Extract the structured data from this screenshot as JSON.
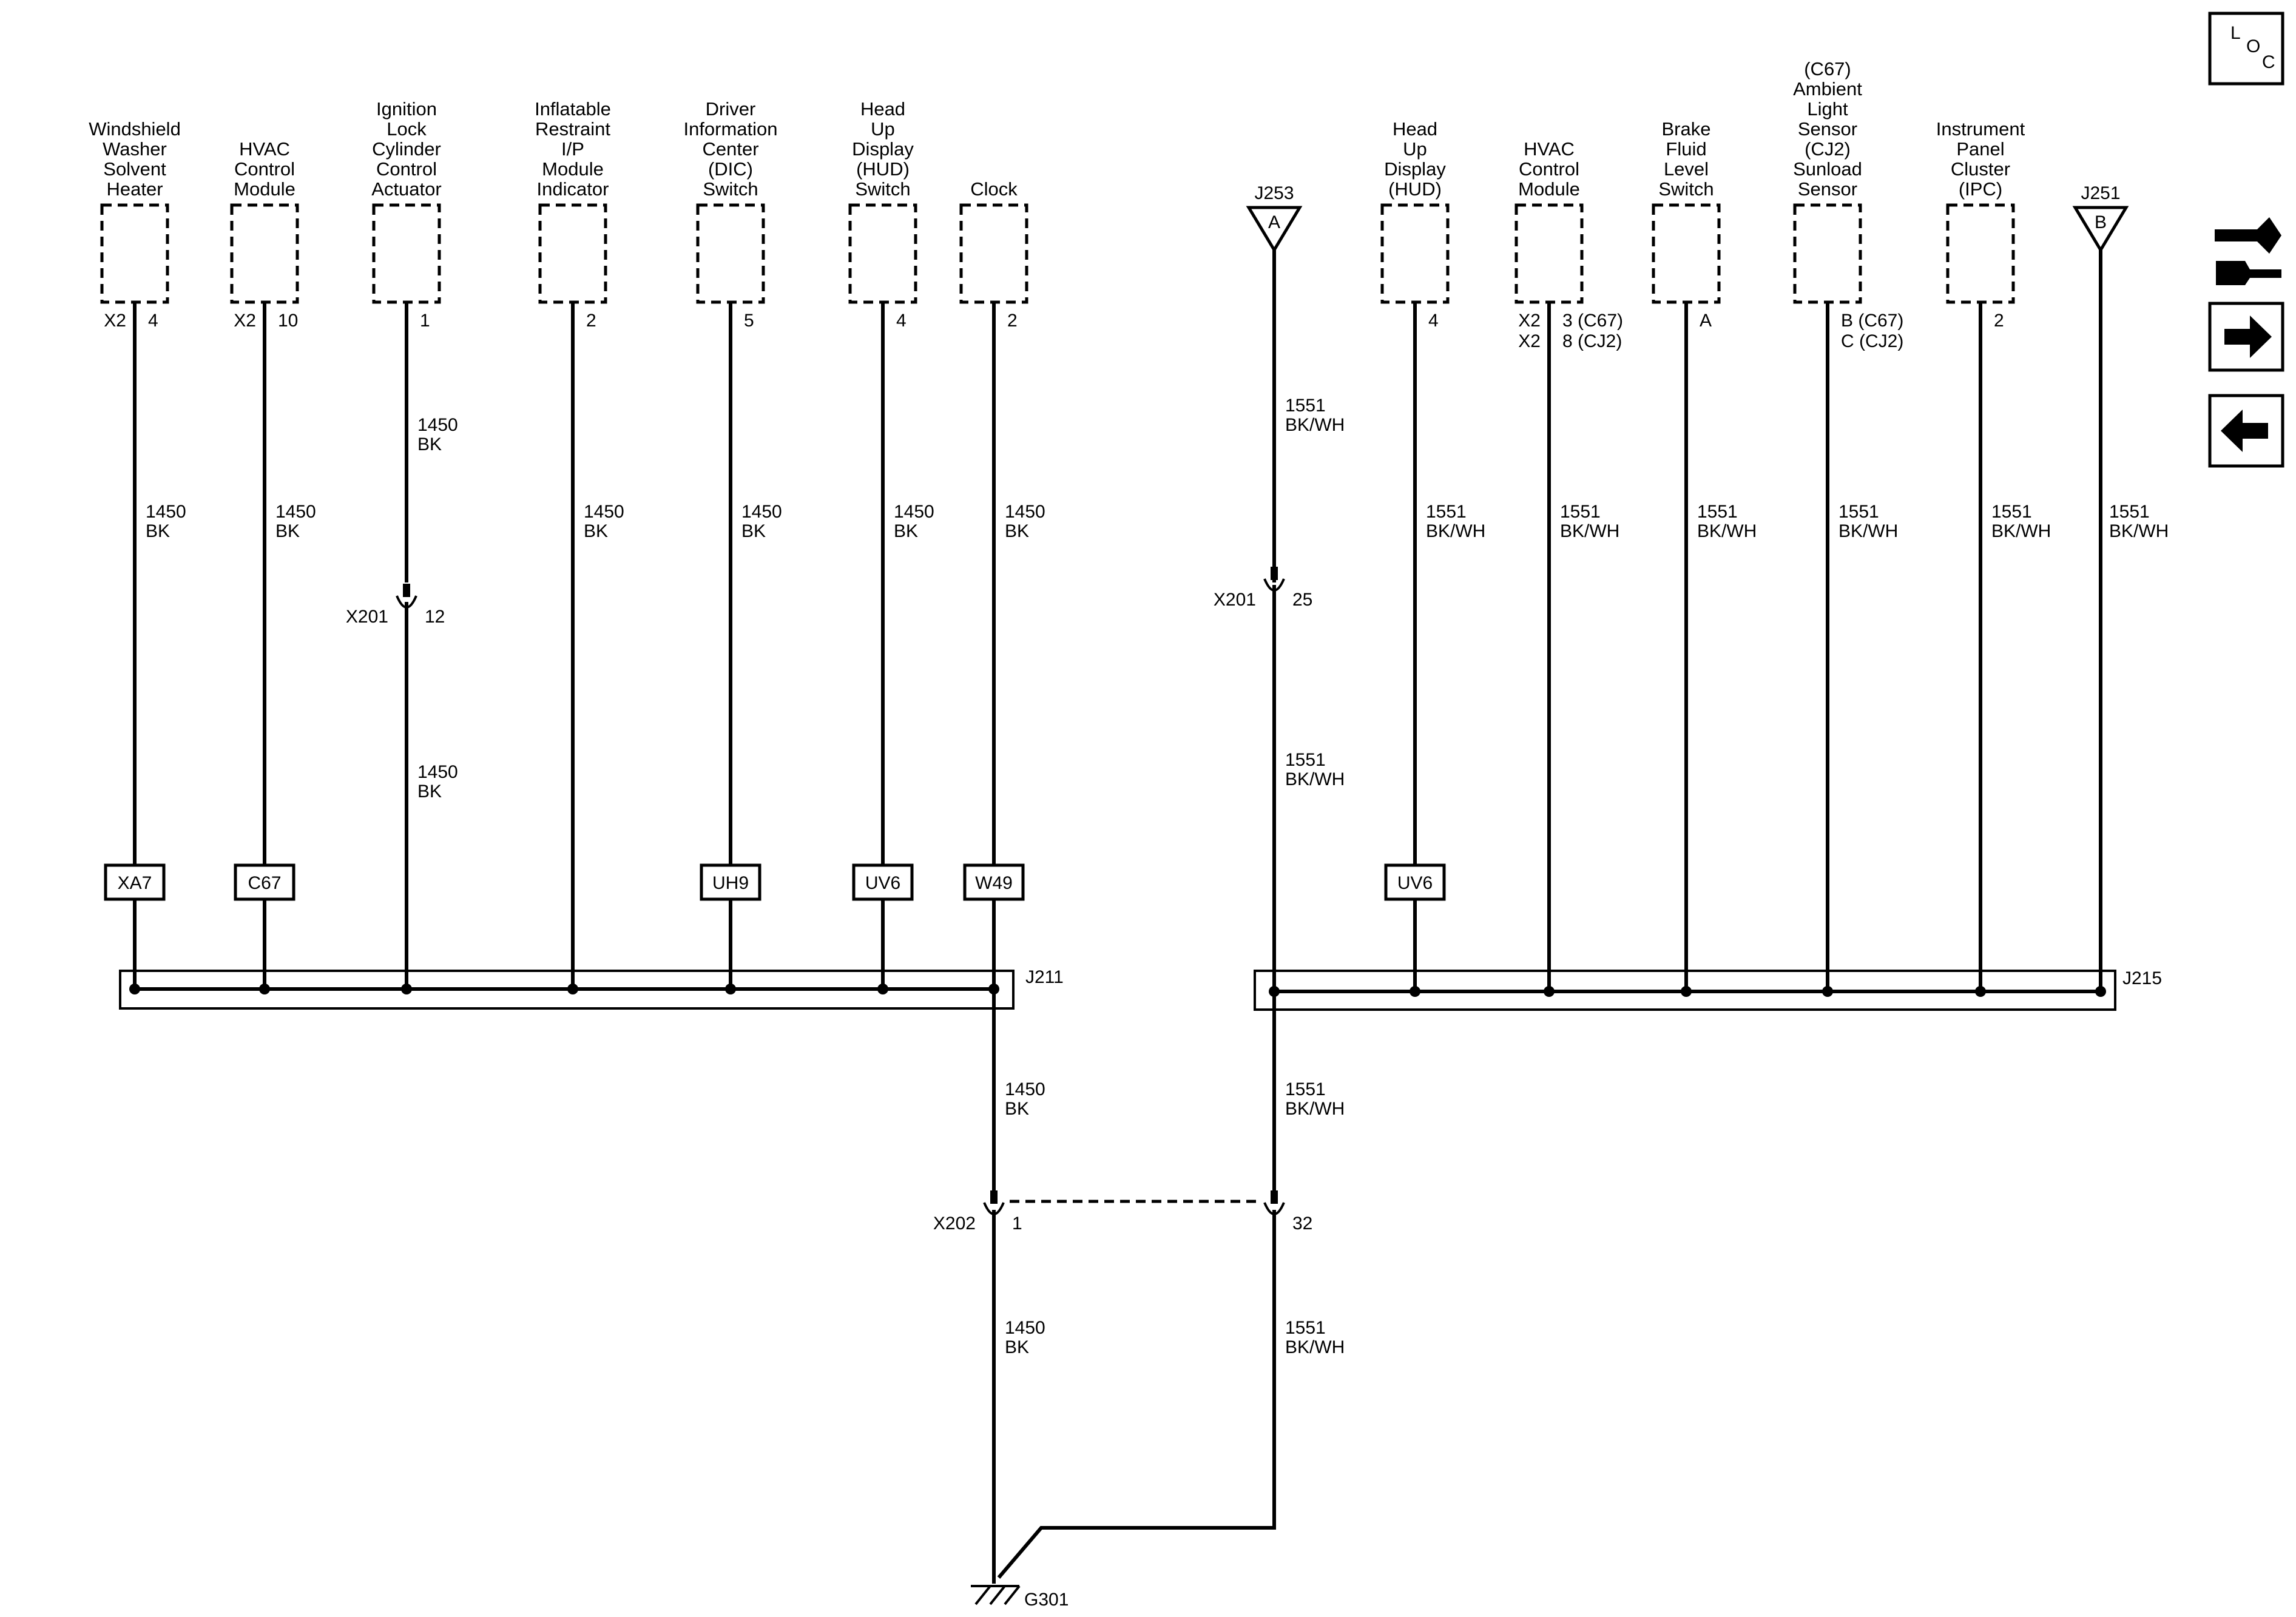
{
  "left_components": [
    {
      "name": [
        "Windshield",
        "Washer",
        "Solvent",
        "Heater"
      ],
      "conn": "X2",
      "pin": "4",
      "upper_wire": null,
      "lower_wire": [
        "1450",
        "BK"
      ],
      "option": "XA7"
    },
    {
      "name": [
        "HVAC",
        "Control",
        "Module"
      ],
      "conn": "X2",
      "pin": "10",
      "upper_wire": null,
      "lower_wire": [
        "1450",
        "BK"
      ],
      "option": "C67"
    },
    {
      "name": [
        "Ignition",
        "Lock",
        "Cylinder",
        "Control",
        "Actuator"
      ],
      "conn": "",
      "pin": "1",
      "upper_wire": [
        "1450",
        "BK"
      ],
      "lower_wire": [
        "1450",
        "BK"
      ],
      "inline": {
        "conn": "X201",
        "pin": "12"
      },
      "option": null
    },
    {
      "name": [
        "Inflatable",
        "Restraint",
        "I/P",
        "Module",
        "Indicator"
      ],
      "conn": "",
      "pin": "2",
      "upper_wire": null,
      "lower_wire": [
        "1450",
        "BK"
      ],
      "option": null
    },
    {
      "name": [
        "Driver",
        "Information",
        "Center",
        "(DIC)",
        "Switch"
      ],
      "conn": "",
      "pin": "5",
      "upper_wire": null,
      "lower_wire": [
        "1450",
        "BK"
      ],
      "option": "UH9"
    },
    {
      "name": [
        "Head",
        "Up",
        "Display",
        "(HUD)",
        "Switch"
      ],
      "conn": "",
      "pin": "4",
      "upper_wire": null,
      "lower_wire": [
        "1450",
        "BK"
      ],
      "option": "UV6"
    },
    {
      "name": [
        "Clock"
      ],
      "conn": "",
      "pin": "2",
      "upper_wire": null,
      "lower_wire": [
        "1450",
        "BK"
      ],
      "option": "W49"
    }
  ],
  "right_components": [
    {
      "name": [
        "Head",
        "Up",
        "Display",
        "(HUD)"
      ],
      "conn": [
        ""
      ],
      "pin": [
        "4"
      ],
      "wire": [
        "1551",
        "BK/WH"
      ],
      "option": "UV6"
    },
    {
      "name": [
        "HVAC",
        "Control",
        "Module"
      ],
      "conn": [
        "X2",
        "X2"
      ],
      "pin": [
        "3 (C67)",
        "8 (CJ2)"
      ],
      "wire": [
        "1551",
        "BK/WH"
      ],
      "option": null
    },
    {
      "name": [
        "Brake",
        "Fluid",
        "Level",
        "Switch"
      ],
      "conn": [
        ""
      ],
      "pin": [
        "A"
      ],
      "wire": [
        "1551",
        "BK/WH"
      ],
      "option": null
    },
    {
      "name": [
        "(C67)",
        "Ambient",
        "Light",
        "Sensor",
        "(CJ2)",
        "Sunload",
        "Sensor"
      ],
      "conn": [
        ""
      ],
      "pin": [
        "B (C67)",
        "C (CJ2)"
      ],
      "wire": [
        "1551",
        "BK/WH"
      ],
      "option": null
    },
    {
      "name": [
        "Instrument",
        "Panel",
        "Cluster",
        "(IPC)"
      ],
      "conn": [
        ""
      ],
      "pin": [
        "2"
      ],
      "wire": [
        "1551",
        "BK/WH"
      ],
      "option": null
    }
  ],
  "page_refs": {
    "left": {
      "id": "J253",
      "letter": "A"
    },
    "right": {
      "id": "J251",
      "letter": "B"
    }
  },
  "splices": {
    "left": "J211",
    "right": "J215"
  },
  "ground_wire_left": {
    "upper": [
      "1450",
      "BK"
    ],
    "lower": [
      "1450",
      "BK"
    ]
  },
  "ground_wire_right": {
    "top": [
      "1551",
      "BK/WH"
    ],
    "mid": [
      "1551",
      "BK/WH"
    ],
    "upper": [
      "1551",
      "BK/WH"
    ],
    "lower": [
      "1551",
      "BK/WH"
    ]
  },
  "inline_connectors": {
    "x201_right": {
      "conn": "X201",
      "pin": "25"
    },
    "x202": {
      "conn": "X202",
      "pin_left": "1",
      "pin_right": "32"
    }
  },
  "right_last_wire": [
    "1551",
    "BK/WH"
  ],
  "ground": "G301",
  "nav": {
    "loc_letters": [
      "L",
      "O",
      "C"
    ],
    "icons": [
      "harness-wrench-icon",
      "arrow-right-icon",
      "arrow-left-icon"
    ]
  }
}
